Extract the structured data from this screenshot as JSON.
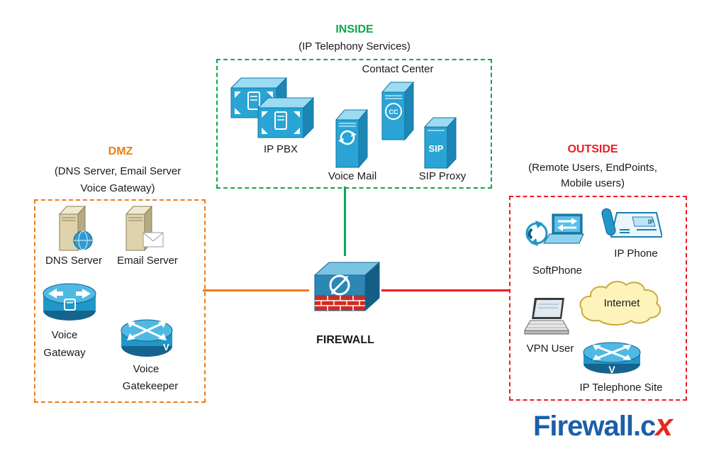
{
  "inside": {
    "title": "INSIDE",
    "subtitle": "(IP Telephony Services)",
    "contact_center": "Contact Center",
    "ip_pbx": "IP PBX",
    "voice_mail": "Voice Mail",
    "sip_proxy": "SIP Proxy"
  },
  "dmz": {
    "title": "DMZ",
    "subtitle1": "(DNS Server, Email Server",
    "subtitle2": "Voice Gateway)",
    "dns_server": "DNS Server",
    "email_server": "Email Server",
    "voice_gateway_l1": "Voice",
    "voice_gateway_l2": "Gateway",
    "voice_gatekeeper_l1": "Voice",
    "voice_gatekeeper_l2": "Gatekeeper"
  },
  "outside": {
    "title": "OUTSIDE",
    "subtitle1": "(Remote Users, EndPoints,",
    "subtitle2": "Mobile users)",
    "softphone": "SoftPhone",
    "ip_phone": "IP Phone",
    "internet": "Internet",
    "vpn_user": "VPN User",
    "ip_telephone_site": "IP Telephone Site"
  },
  "firewall_label": "FIREWALL",
  "logo": {
    "firewall_part": "Firewall.c",
    "x_part": "x"
  },
  "icon_text": {
    "sip": "SIP",
    "cc": "CC",
    "ip": "IP",
    "v": "V"
  },
  "colors": {
    "inside_green": "#0ba84a",
    "dmz_orange": "#ef7d17",
    "outside_red": "#ec1c24",
    "cisco_blue": "#29a4d4",
    "server_tan": "#ded3ad",
    "cloud_yellow": "#fdf3bb",
    "logo_blue": "#1b5fa8",
    "logo_red": "#e12a20"
  }
}
